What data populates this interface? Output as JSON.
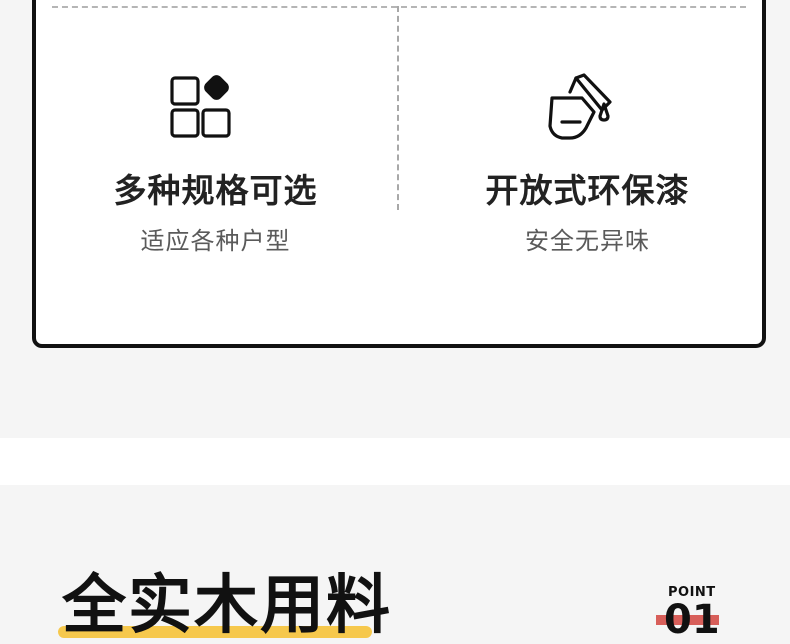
{
  "features": [
    {
      "title": "多种规格可选",
      "subtitle": "适应各种户型",
      "icon": "grid-shapes-icon"
    },
    {
      "title": "开放式环保漆",
      "subtitle": "安全无异味",
      "icon": "paint-bucket-icon"
    }
  ],
  "section": {
    "title": "全实木用料",
    "point_label": "POINT",
    "point_number": "01"
  },
  "colors": {
    "background": "#f5f5f5",
    "card_border": "#111111",
    "highlight_yellow": "#f6c84c",
    "point_red": "#d85f5a"
  }
}
